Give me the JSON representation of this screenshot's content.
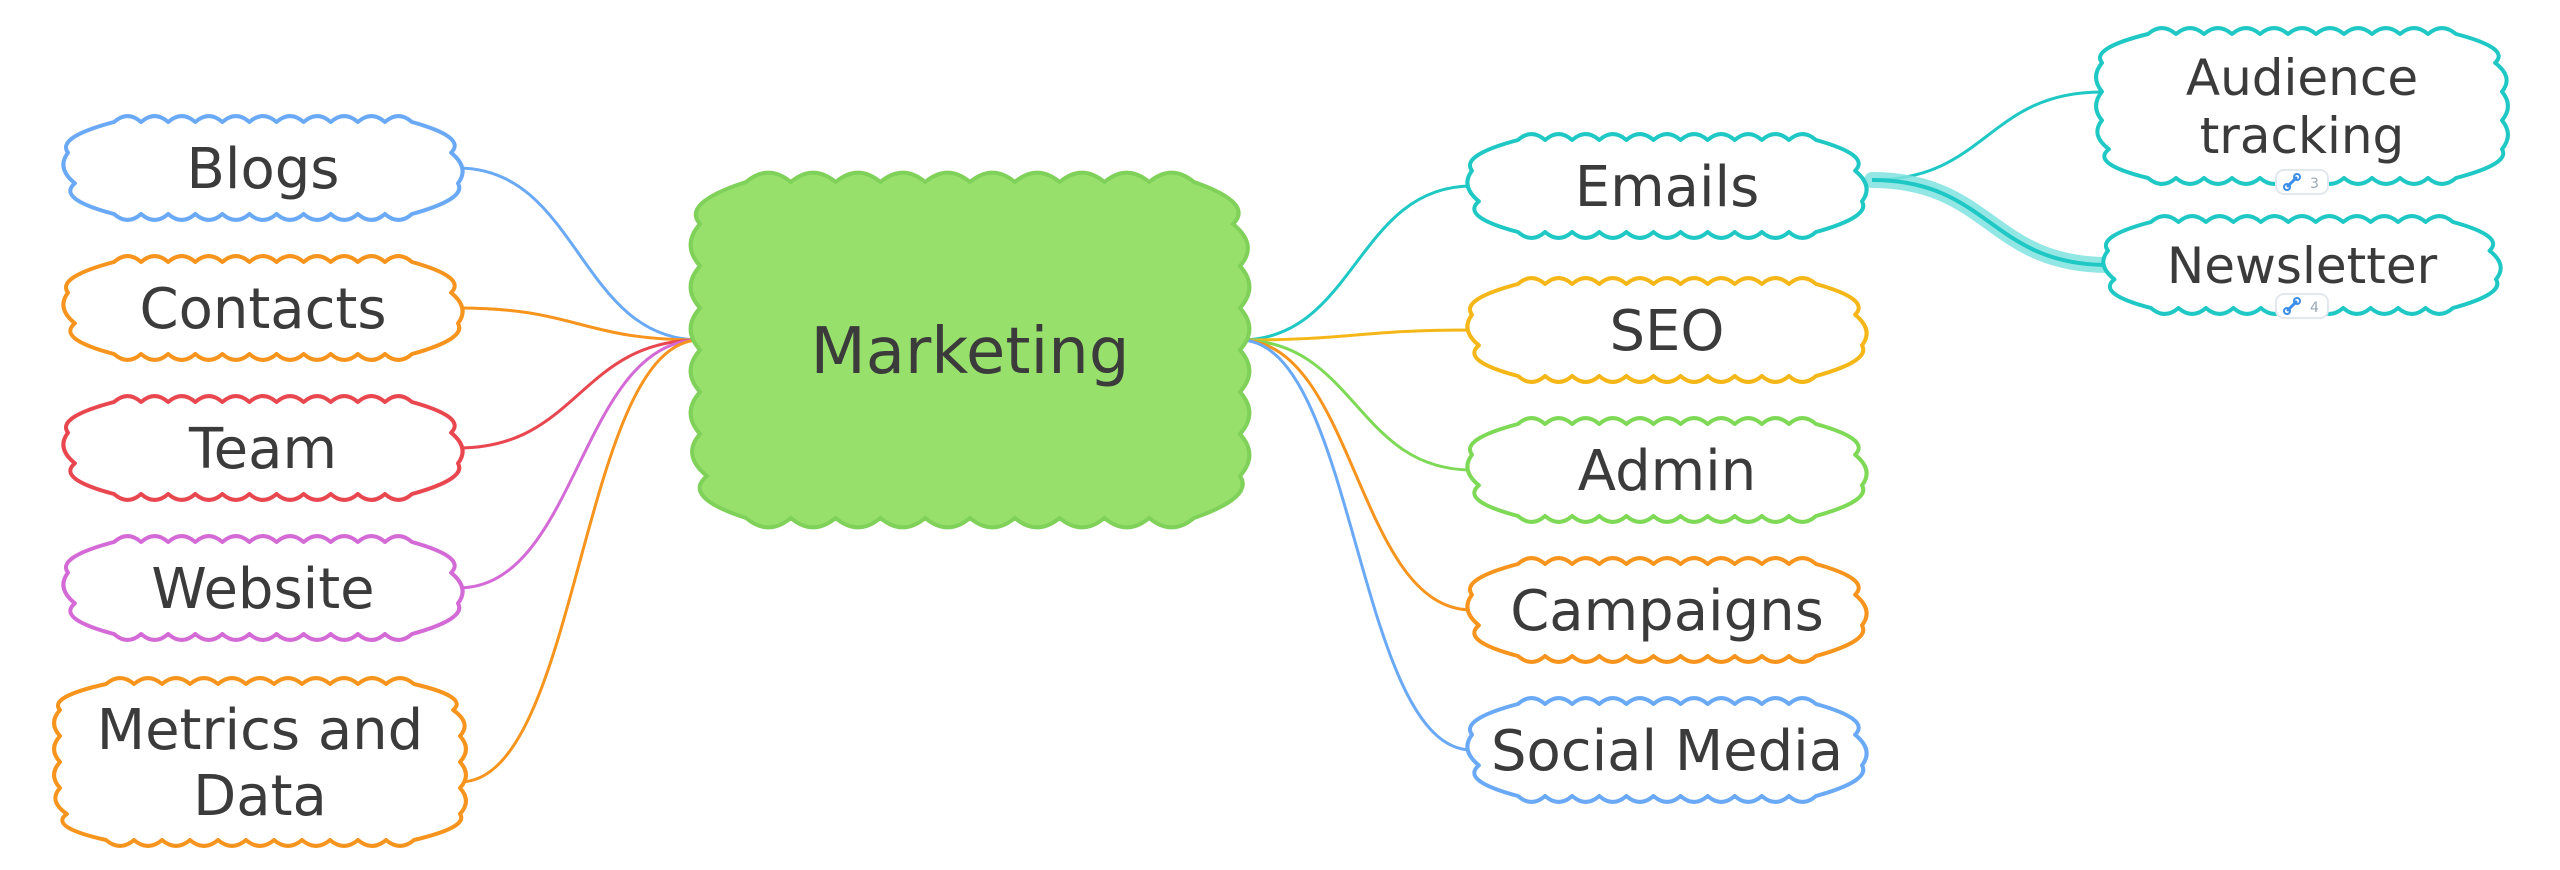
{
  "colors": {
    "central_fill": "#98e06c",
    "central_stroke": "#7fd15a",
    "blue": "#6aa9f5",
    "orange": "#f7941d",
    "red": "#e9474f",
    "magenta": "#d36ad6",
    "teal": "#1fc8c4",
    "yellow": "#f5b718",
    "green": "#7ed957",
    "text": "#3b3b3b"
  },
  "central": {
    "name": "central-topic-marketing",
    "label": "Marketing",
    "icon": "cloud-shape"
  },
  "left_topics": [
    {
      "name": "topic-blogs",
      "label": [
        "Blogs"
      ],
      "color_key": "blue"
    },
    {
      "name": "topic-contacts",
      "label": [
        "Contacts"
      ],
      "color_key": "orange"
    },
    {
      "name": "topic-team",
      "label": [
        "Team"
      ],
      "color_key": "red"
    },
    {
      "name": "topic-website",
      "label": [
        "Website"
      ],
      "color_key": "magenta"
    },
    {
      "name": "topic-metrics-and-data",
      "label": [
        "Metrics and",
        "Data"
      ],
      "color_key": "orange"
    }
  ],
  "right_topics": [
    {
      "name": "topic-emails",
      "label": [
        "Emails"
      ],
      "color_key": "teal"
    },
    {
      "name": "topic-seo",
      "label": [
        "SEO"
      ],
      "color_key": "yellow"
    },
    {
      "name": "topic-admin",
      "label": [
        "Admin"
      ],
      "color_key": "green"
    },
    {
      "name": "topic-campaigns",
      "label": [
        "Campaigns"
      ],
      "color_key": "orange"
    },
    {
      "name": "topic-social-media",
      "label": [
        "Social Media"
      ],
      "color_key": "blue"
    }
  ],
  "sub_topics": [
    {
      "name": "subtopic-audience-tracking",
      "label": [
        "Audience",
        "tracking"
      ],
      "color_key": "teal",
      "badge": "3",
      "badge_icon": "link-icon"
    },
    {
      "name": "subtopic-newsletter",
      "label": [
        "Newsletter"
      ],
      "color_key": "teal",
      "badge": "4",
      "badge_icon": "link-icon"
    }
  ],
  "selected_connector": "emails-to-newsletter"
}
